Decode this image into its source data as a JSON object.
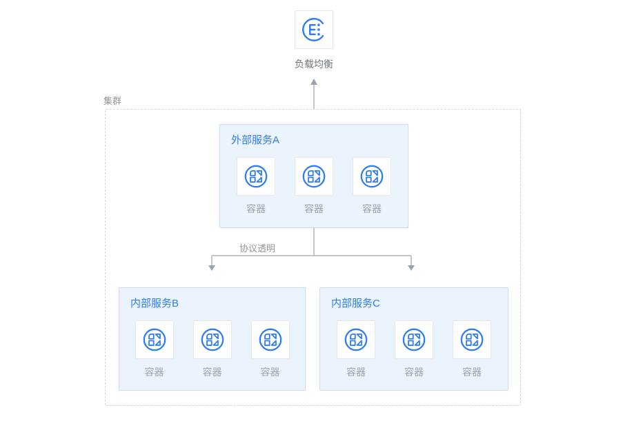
{
  "load_balancer": {
    "label": "负载均衡",
    "icon": "load-balancer-icon"
  },
  "cluster": {
    "label": "集群"
  },
  "connector": {
    "label": "协议透明"
  },
  "services": [
    {
      "title": "外部服务A",
      "containers": [
        "容器",
        "容器",
        "容器"
      ]
    },
    {
      "title": "内部服务B",
      "containers": [
        "容器",
        "容器",
        "容器"
      ]
    },
    {
      "title": "内部服务C",
      "containers": [
        "容器",
        "容器",
        "容器"
      ]
    }
  ],
  "icons": {
    "container": "container-icon",
    "load_balancer": "load-balancer-icon"
  },
  "colors": {
    "accent": "#2E7CF4",
    "box_bg": "#EBF3FC",
    "box_border": "#C9DDF6",
    "card_border": "#E4E9EE",
    "card_bg": "#FFFFFF",
    "connector": "#9AA4AC",
    "dashed": "#D3D7DA",
    "label_gray": "#9AA2A9",
    "note_gray": "#8F979E",
    "text_gray": "#6F777E"
  }
}
